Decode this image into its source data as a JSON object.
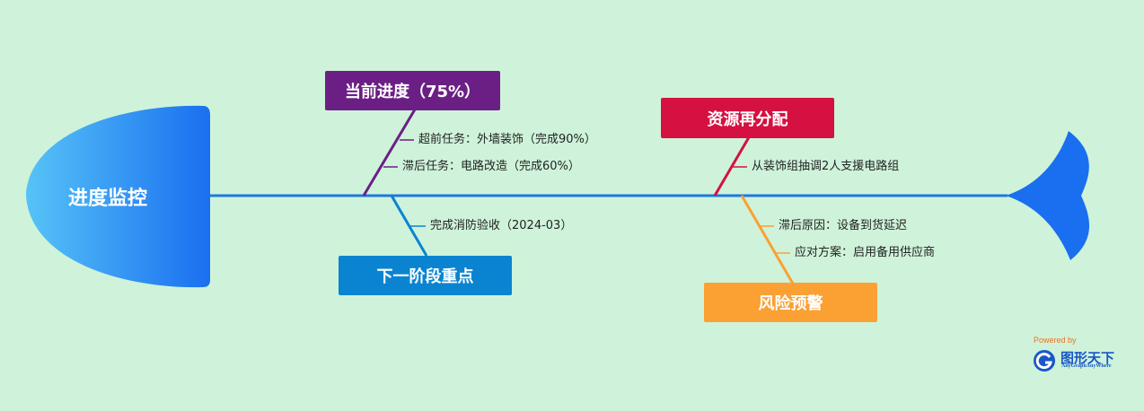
{
  "head": {
    "label": "进度监控"
  },
  "branches": {
    "current_progress": {
      "label": "当前进度（75%）",
      "color": "#6b1f85",
      "items": [
        "超前任务：外墙装饰（完成90%）",
        "滞后任务：电路改造（完成60%）"
      ]
    },
    "next_focus": {
      "label": "下一阶段重点",
      "color": "#0a84d0",
      "items": [
        "完成消防验收（2024-03）"
      ]
    },
    "reallocation": {
      "label": "资源再分配",
      "color": "#d41140",
      "items": [
        "从装饰组抽调2人支援电路组"
      ]
    },
    "risk_warning": {
      "label": "风险预警",
      "color": "#fba033",
      "items": [
        "滞后原因：设备到货延迟",
        "应对方案：启用备用供应商"
      ]
    }
  },
  "colors": {
    "spine": "#1f78e0",
    "background": "#cef3da"
  },
  "watermark": {
    "powered_by": "Powered by",
    "name": "图形天下",
    "sub": "AnyGraphAnyWhere"
  }
}
